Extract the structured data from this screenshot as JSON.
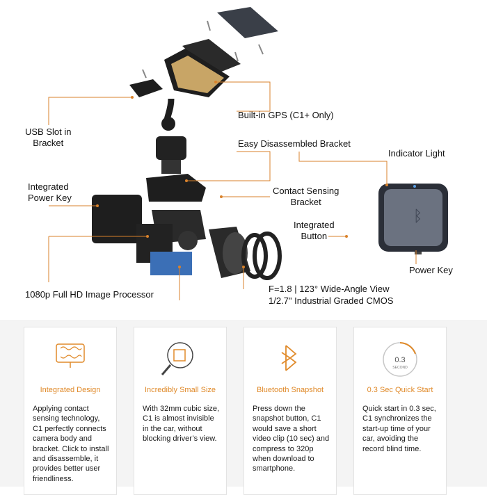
{
  "colors": {
    "accent": "#e08a2a",
    "line": "#d9822b",
    "dark": "#1e1e1e",
    "brass": "#c8a566"
  },
  "callouts": {
    "usb_slot": "USB Slot in\nBracket",
    "gps": "Built-in GPS (C1+ Only)",
    "easy_bracket": "Easy Disassembled Bracket",
    "indicator": "Indicator Light",
    "power_key_left": "Integrated\nPower Key",
    "contact_bracket": "Contact Sensing\nBracket",
    "integrated_button": "Integrated\nButton",
    "power_key_right": "Power Key",
    "processor": "1080p Full HD Image Processor",
    "lens": "F=1.8 | 123° Wide-Angle View",
    "cmos": "1/2.7\" Industrial Graded CMOS"
  },
  "cards": [
    {
      "icon": "bracket-icon",
      "title": "Integrated Design",
      "body": "Applying contact sensing technology, C1 perfectly connects camera body and bracket. Click to install and disassemble, it provides better user friendliness."
    },
    {
      "icon": "magnifier-cube-icon",
      "title": "Incredibly Small Size",
      "body": "With 32mm cubic size, C1 is almost invisible in the car, without blocking driver’s view."
    },
    {
      "icon": "bluetooth-icon",
      "title": "Bluetooth Snapshot",
      "body": "Press down the snapshot button, C1 would save a short video clip (10 sec) and compress to 320p when download to smartphone."
    },
    {
      "icon": "timer-icon",
      "title": "0.3 Sec Quick Start",
      "body": "Quick start in 0.3 sec, C1 synchronizes the start-up time of your car, avoiding the record blind time.",
      "timer_value": "0.3",
      "timer_unit": "SECOND"
    }
  ]
}
